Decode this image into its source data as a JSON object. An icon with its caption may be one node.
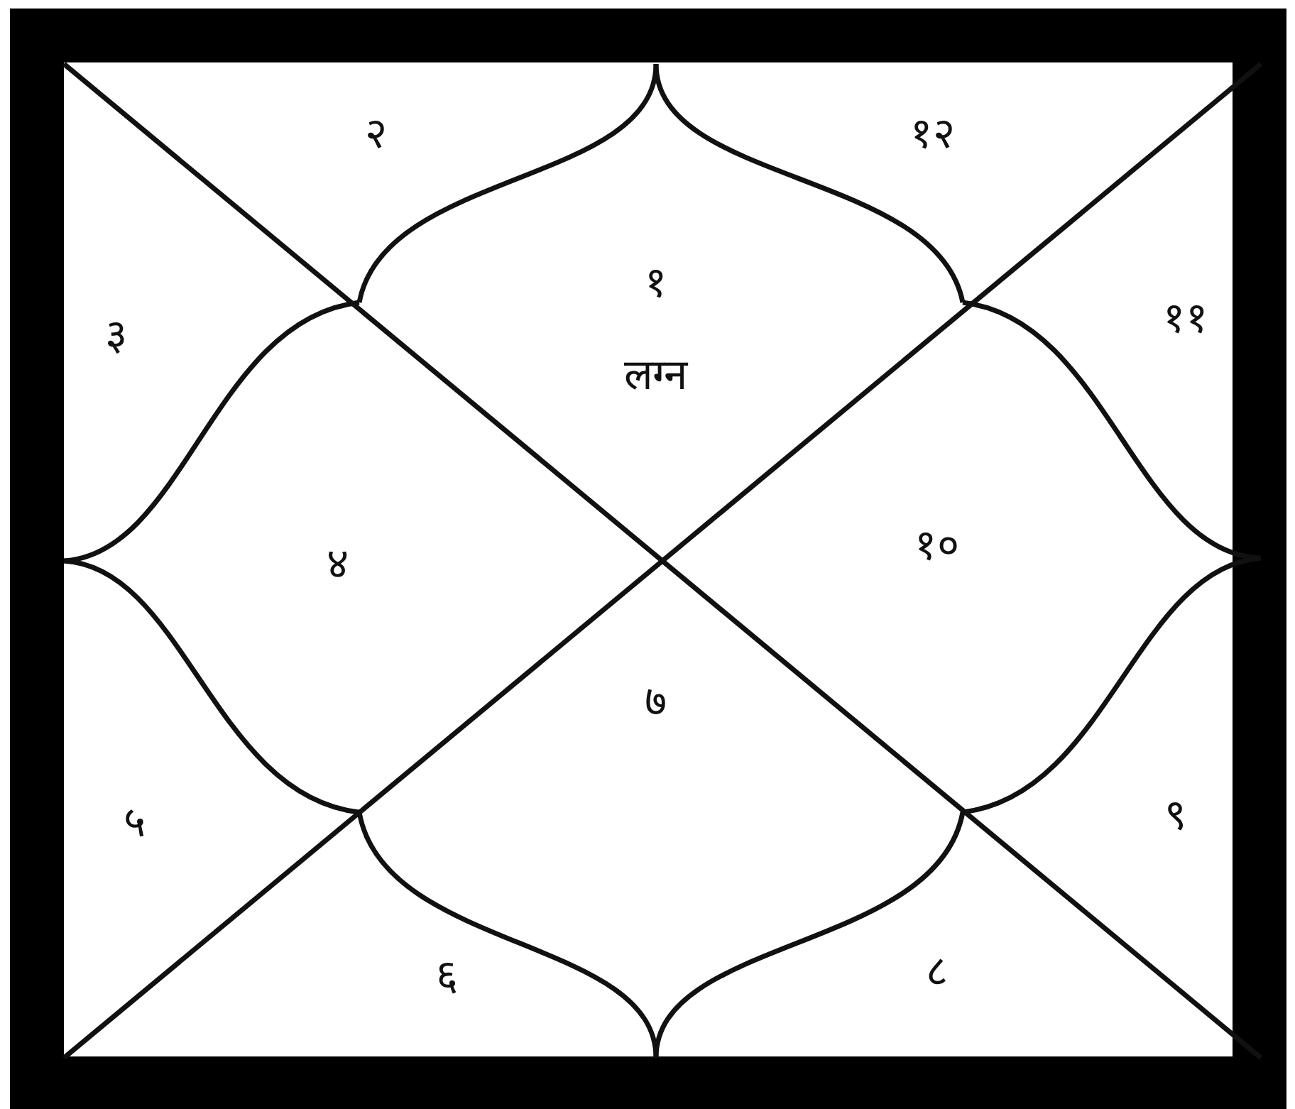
{
  "diagram": {
    "labels": [
      "२",
      "१२",
      "१",
      "३",
      "११",
      "लग्न",
      "१०",
      "४",
      "७",
      "९",
      "५",
      "८",
      "६"
    ]
  }
}
